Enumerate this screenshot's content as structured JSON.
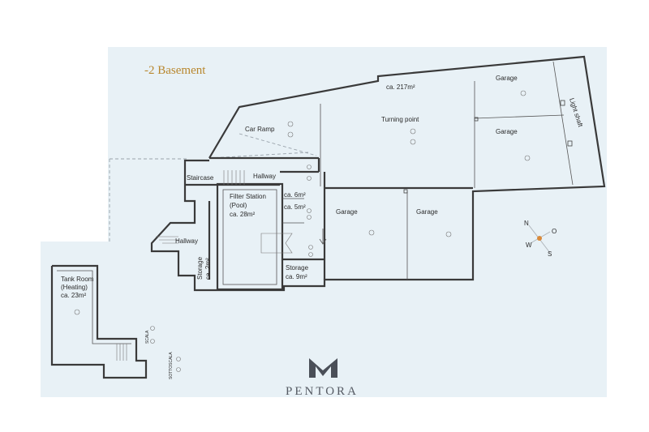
{
  "plan": {
    "title": "-2 Basement",
    "colors": {
      "background": "#e8f1f6",
      "title": "#b8872e",
      "walls": "#3a3a3a"
    },
    "rooms": {
      "car_ramp": "Car Ramp",
      "turning_point": "Turning point",
      "area_217": "ca. 217m²",
      "garage_top": "Garage",
      "garage_mid": "Garage",
      "light_shaft": "Light shaft",
      "staircase": "Staircase",
      "hallway_top": "Hallway",
      "hallway_left": "Hallway",
      "filter_station_1": "Filter Station",
      "filter_station_2": "(Pool)",
      "filter_station_3": "ca. 28m²",
      "area_6": "ca. 6m²",
      "area_5": "ca. 5m²",
      "garage_left": "Garage",
      "garage_right": "Garage",
      "storage_small": "Storage",
      "storage_small_area": "ca. 2m²",
      "storage_main": "Storage",
      "storage_main_area": "ca. 9m²",
      "tank_room_1": "Tank Room",
      "tank_room_2": "(Heating)",
      "tank_room_3": "ca. 23m²",
      "scala": "SCALA",
      "sottoscala": "SOTTOSCALA"
    },
    "compass": {
      "n": "N",
      "o": "O",
      "w": "W",
      "s": "S"
    }
  },
  "brand": {
    "name": "PENTORA"
  }
}
